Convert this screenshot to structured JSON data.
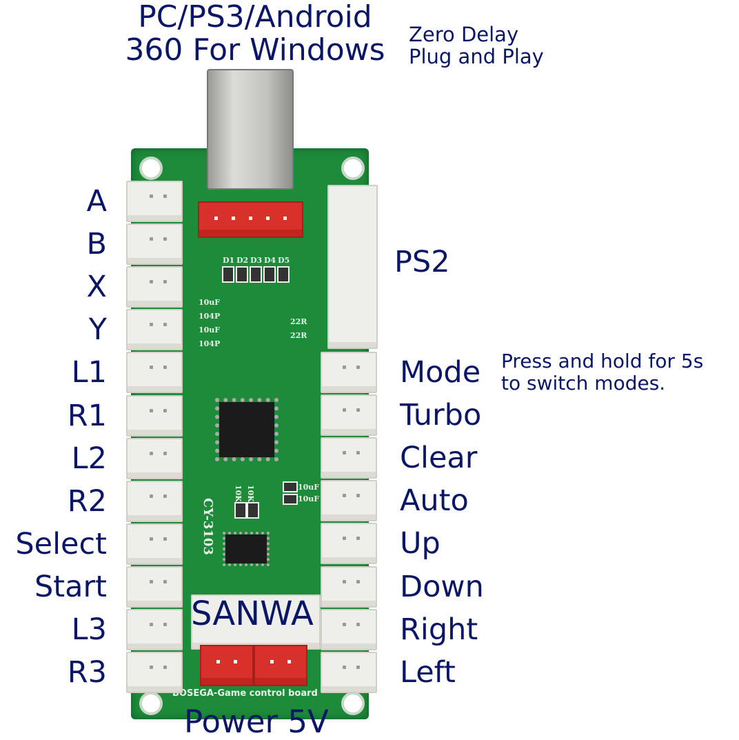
{
  "header": {
    "title_line1": "PC/PS3/Android",
    "title_line2": "360 For Windows",
    "note_line1": "Zero Delay",
    "note_line2": "Plug and Play"
  },
  "left_labels": [
    "A",
    "B",
    "X",
    "Y",
    "L1",
    "R1",
    "L2",
    "R2",
    "Select",
    "Start",
    "L3",
    "R3"
  ],
  "right_labels": [
    "Mode",
    "Turbo",
    "Clear",
    "Auto",
    "Up",
    "Down",
    "Right",
    "Left"
  ],
  "ps2_label": "PS2",
  "mode_note_line1": "Press and hold for 5s",
  "mode_note_line2": "to switch modes.",
  "sanwa_label": "SANWA",
  "power_label": "Power 5V",
  "board": {
    "model": "CY-3103",
    "brand_text": "BOSEGA-Game control board",
    "silkscreen": [
      "D1",
      "D2",
      "D3",
      "D4",
      "D5",
      "10uF",
      "104P",
      "10uF",
      "104P",
      "22R",
      "22R",
      "10uF",
      "10uF",
      "10K",
      "10K"
    ]
  },
  "colors": {
    "text": "#0b1766",
    "pcb": "#1d8b3a",
    "header_red": "#d8302a",
    "connector_white": "#eeeeea"
  }
}
